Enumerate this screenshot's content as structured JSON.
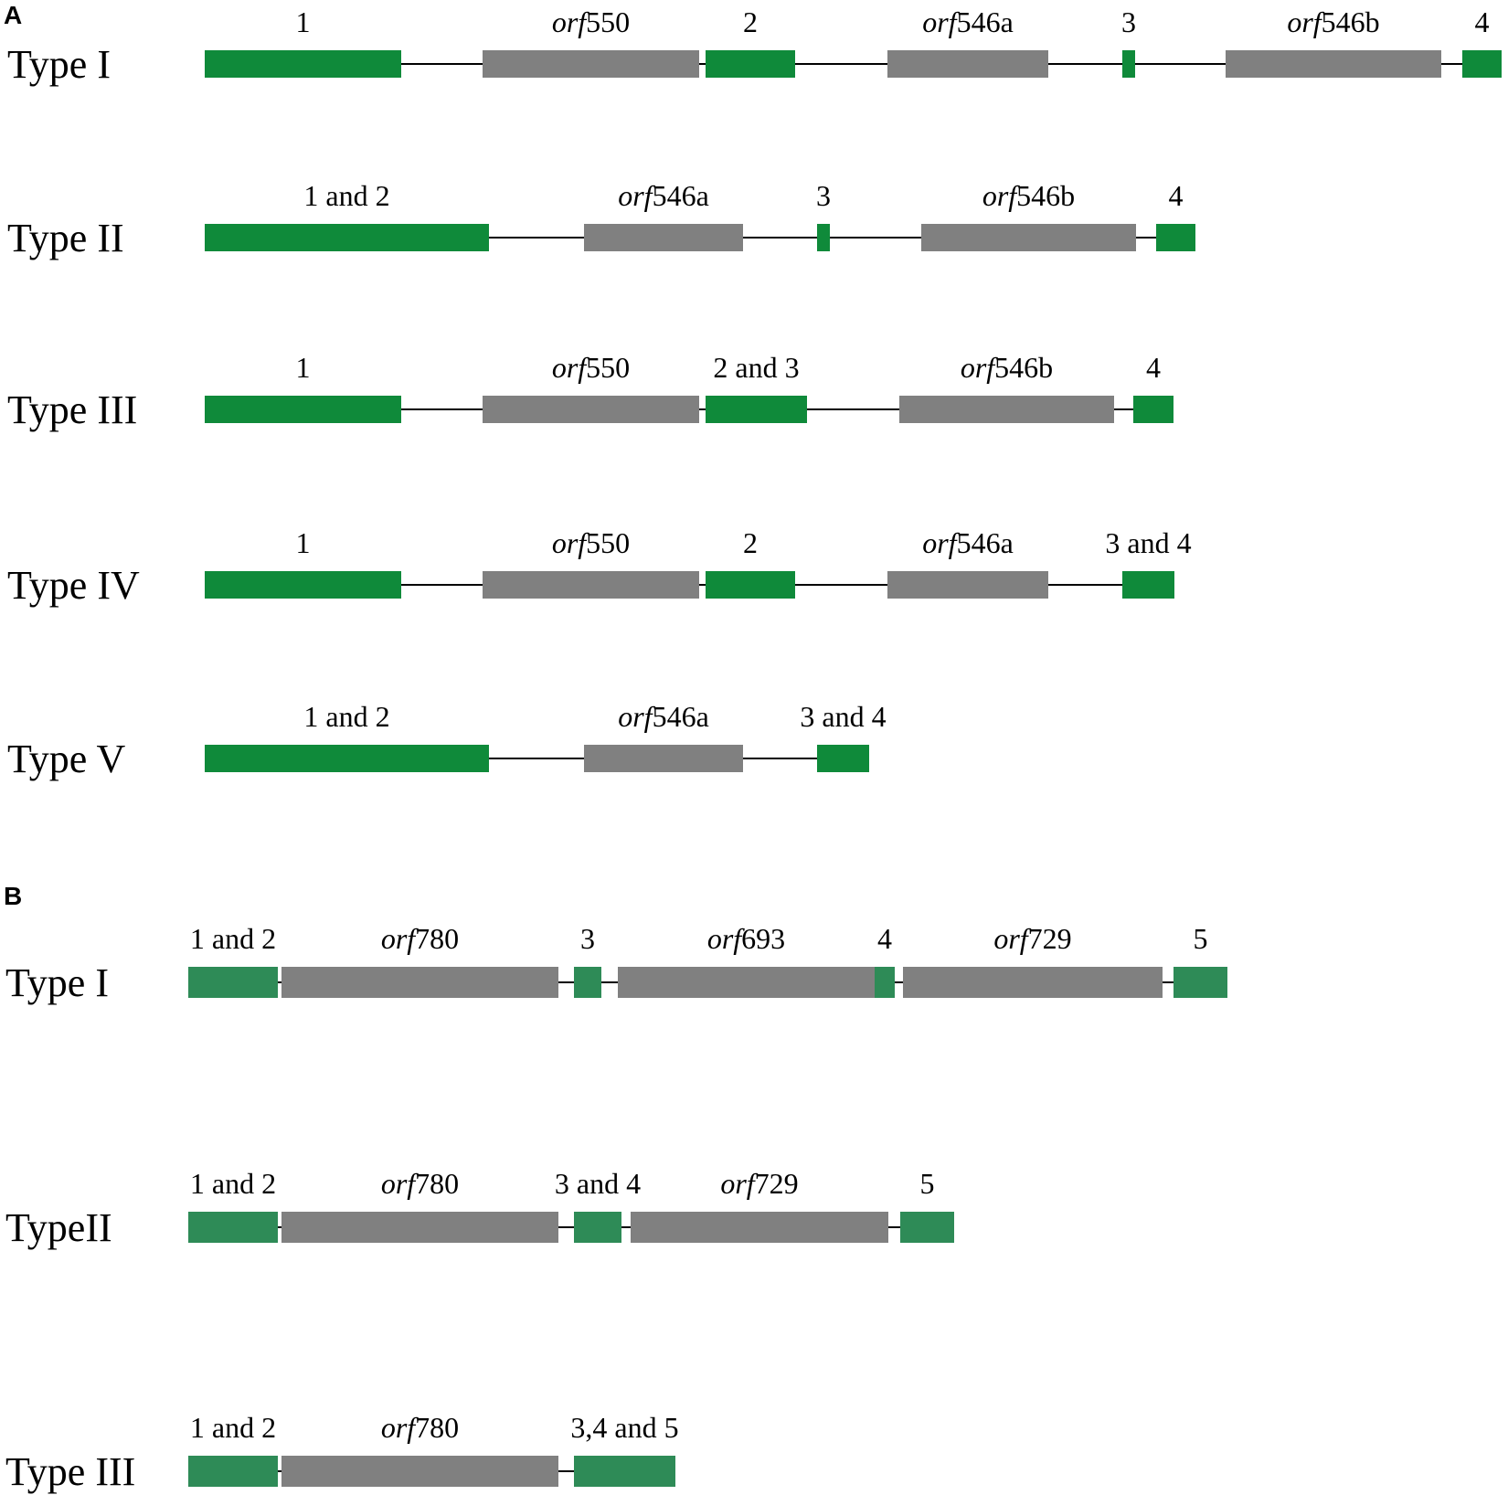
{
  "colors": {
    "exon_A": "#0f8a3a",
    "exon_B": "#2e8b57",
    "orf": "#808080",
    "line": "#000000"
  },
  "panels": [
    {
      "letter": "A",
      "rows": [
        {
          "type_label": "Type I",
          "segments": [
            {
              "kind": "exon",
              "label": "1"
            },
            {
              "kind": "orf",
              "prefix": "orf",
              "label": "550"
            },
            {
              "kind": "exon",
              "label": "2"
            },
            {
              "kind": "orf",
              "prefix": "orf",
              "label": "546a"
            },
            {
              "kind": "exon",
              "label": "3"
            },
            {
              "kind": "orf",
              "prefix": "orf",
              "label": "546b"
            },
            {
              "kind": "exon",
              "label": "4"
            }
          ]
        },
        {
          "type_label": "Type II",
          "segments": [
            {
              "kind": "exon",
              "label": "1 and 2"
            },
            {
              "kind": "orf",
              "prefix": "orf",
              "label": "546a"
            },
            {
              "kind": "exon",
              "label": "3"
            },
            {
              "kind": "orf",
              "prefix": "orf",
              "label": "546b"
            },
            {
              "kind": "exon",
              "label": "4"
            }
          ]
        },
        {
          "type_label": "Type III",
          "segments": [
            {
              "kind": "exon",
              "label": "1"
            },
            {
              "kind": "orf",
              "prefix": "orf",
              "label": "550"
            },
            {
              "kind": "exon",
              "label": "2 and 3"
            },
            {
              "kind": "orf",
              "prefix": "orf",
              "label": "546b"
            },
            {
              "kind": "exon",
              "label": "4"
            }
          ]
        },
        {
          "type_label": "Type IV",
          "segments": [
            {
              "kind": "exon",
              "label": "1"
            },
            {
              "kind": "orf",
              "prefix": "orf",
              "label": "550"
            },
            {
              "kind": "exon",
              "label": "2"
            },
            {
              "kind": "orf",
              "prefix": "orf",
              "label": "546a"
            },
            {
              "kind": "exon",
              "label": "3 and 4"
            }
          ]
        },
        {
          "type_label": "Type V",
          "segments": [
            {
              "kind": "exon",
              "label": "1 and 2"
            },
            {
              "kind": "orf",
              "prefix": "orf",
              "label": "546a"
            },
            {
              "kind": "exon",
              "label": "3 and 4"
            }
          ]
        }
      ]
    },
    {
      "letter": "B",
      "rows": [
        {
          "type_label": "Type I",
          "segments": [
            {
              "kind": "exon",
              "label": "1 and 2"
            },
            {
              "kind": "orf",
              "prefix": "orf",
              "label": "780"
            },
            {
              "kind": "exon",
              "label": "3"
            },
            {
              "kind": "orf",
              "prefix": "orf",
              "label": "693"
            },
            {
              "kind": "exon",
              "label": "4"
            },
            {
              "kind": "orf",
              "prefix": "orf",
              "label": "729"
            },
            {
              "kind": "exon",
              "label": "5"
            }
          ]
        },
        {
          "type_label": "TypeII",
          "segments": [
            {
              "kind": "exon",
              "label": "1 and 2"
            },
            {
              "kind": "orf",
              "prefix": "orf",
              "label": "780"
            },
            {
              "kind": "exon",
              "label": "3 and 4"
            },
            {
              "kind": "orf",
              "prefix": "orf",
              "label": "729"
            },
            {
              "kind": "exon",
              "label": "5"
            }
          ]
        },
        {
          "type_label": "Type III",
          "segments": [
            {
              "kind": "exon",
              "label": "1 and 2"
            },
            {
              "kind": "orf",
              "prefix": "orf",
              "label": "780"
            },
            {
              "kind": "exon",
              "label": "3,4 and 5"
            }
          ]
        }
      ]
    }
  ]
}
